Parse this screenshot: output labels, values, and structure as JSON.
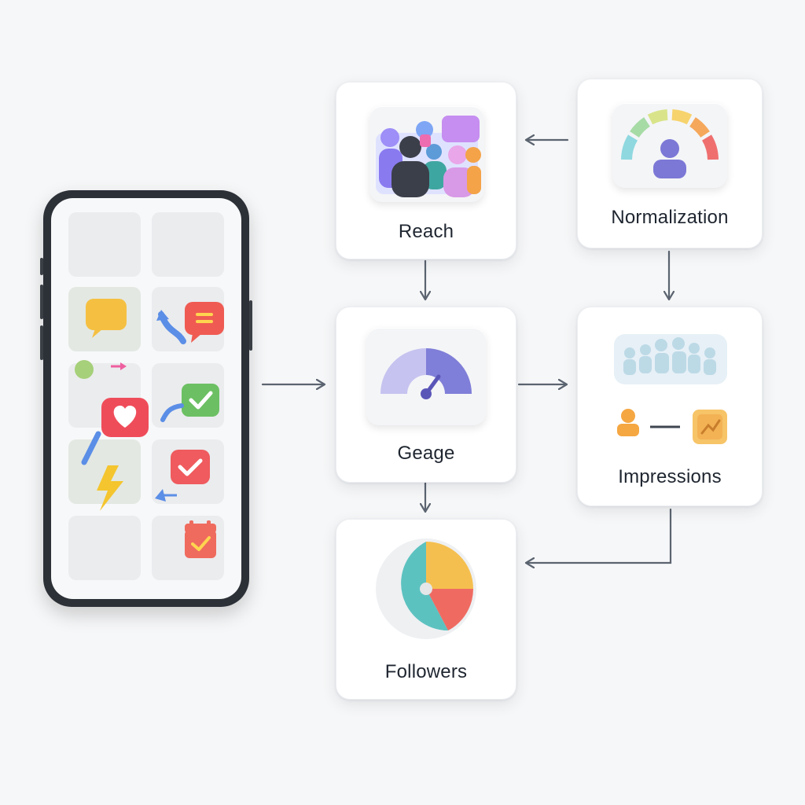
{
  "nodes": {
    "reach": {
      "label": "Reach"
    },
    "normalization": {
      "label": "Normalization"
    },
    "gauge": {
      "label": "Geage"
    },
    "impressions": {
      "label": "Impressions"
    },
    "followers": {
      "label": "Followers"
    }
  },
  "colors": {
    "arrow": "#5b6470",
    "card": "#ffffff",
    "phone_frame": "#2c3037",
    "gauge_purple": "#7f7ed8",
    "pie_teal": "#5cc2c0",
    "pie_yellow": "#f5bf4f",
    "pie_red": "#ef6b62"
  },
  "icons": {
    "phone": [
      "chat-bubble-icon",
      "message-icon",
      "heart-icon",
      "check-icon",
      "lightning-icon",
      "calendar-check-icon"
    ],
    "reach": "group-people-icon",
    "normalization": "meter-person-icon",
    "gauge": "gauge-icon",
    "impressions": "crowd-icon",
    "followers": "pie-chart-icon"
  }
}
